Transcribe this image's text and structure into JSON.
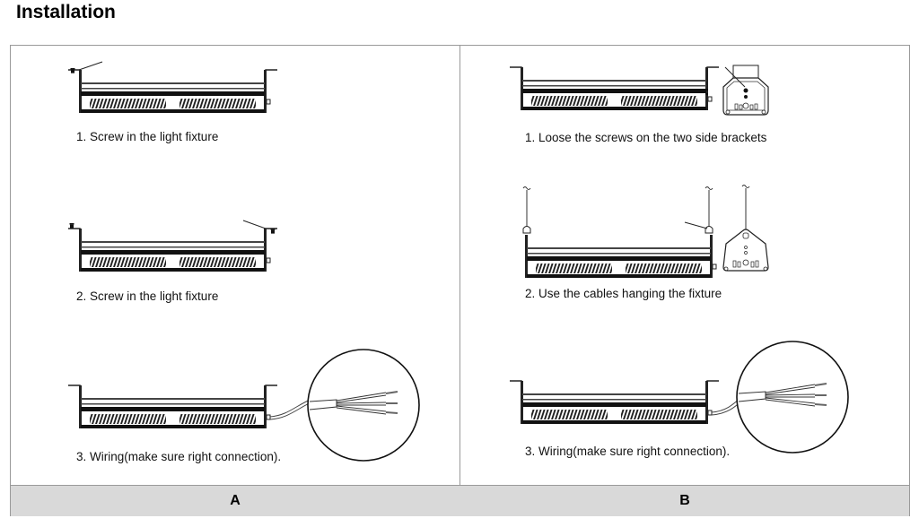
{
  "page": {
    "title": "Installation"
  },
  "columns": [
    {
      "label": "A",
      "steps": [
        {
          "caption": "1. Screw in the light fixture",
          "illustration": "fixture-with-screw-left"
        },
        {
          "caption": "2. Screw in the light fixture",
          "illustration": "fixture-with-screws-both-sides"
        },
        {
          "caption": "3. Wiring(make sure right connection).",
          "illustration": "fixture-with-wire-detail"
        }
      ]
    },
    {
      "label": "B",
      "steps": [
        {
          "caption": "1. Loose the screws on the two side brackets",
          "illustration": "fixture-with-side-bracket"
        },
        {
          "caption": "2. Use the cables hanging the fixture",
          "illustration": "fixture-hanging-cables"
        },
        {
          "caption": "3. Wiring(make sure right connection).",
          "illustration": "fixture-with-wire-detail"
        }
      ]
    }
  ]
}
